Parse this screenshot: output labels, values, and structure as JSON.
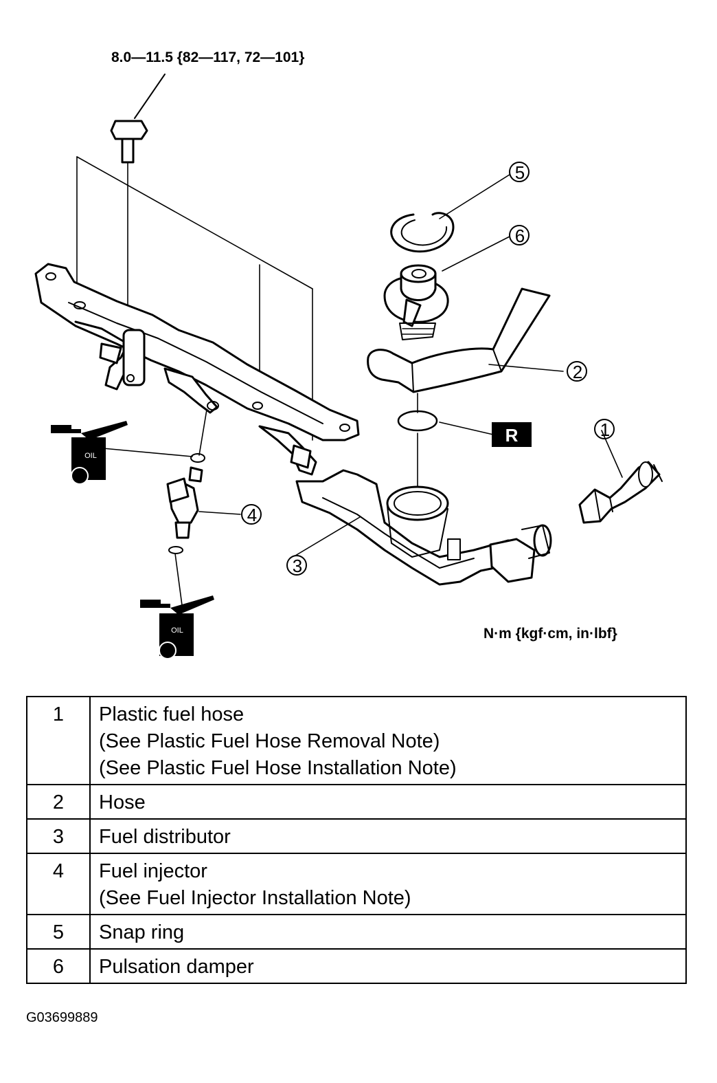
{
  "torque_spec": "8.0—11.5 {82—117, 72—101}",
  "units_note": "N·m {kgf·cm, in·lbf}",
  "oil_label": "OIL",
  "replace_badge": "R",
  "callouts": [
    "1",
    "2",
    "3",
    "4",
    "5",
    "6"
  ],
  "parts": [
    {
      "num": "1",
      "lines": [
        "Plastic fuel hose",
        "(See  Plastic Fuel Hose Removal Note)",
        "(See  Plastic Fuel Hose Installation Note)"
      ]
    },
    {
      "num": "2",
      "lines": [
        "Hose"
      ]
    },
    {
      "num": "3",
      "lines": [
        "Fuel distributor"
      ]
    },
    {
      "num": "4",
      "lines": [
        "Fuel injector",
        "(See Fuel Injector Installation Note)"
      ]
    },
    {
      "num": "5",
      "lines": [
        "Snap ring"
      ]
    },
    {
      "num": "6",
      "lines": [
        "Pulsation damper"
      ]
    }
  ],
  "figure_code": "G03699889"
}
